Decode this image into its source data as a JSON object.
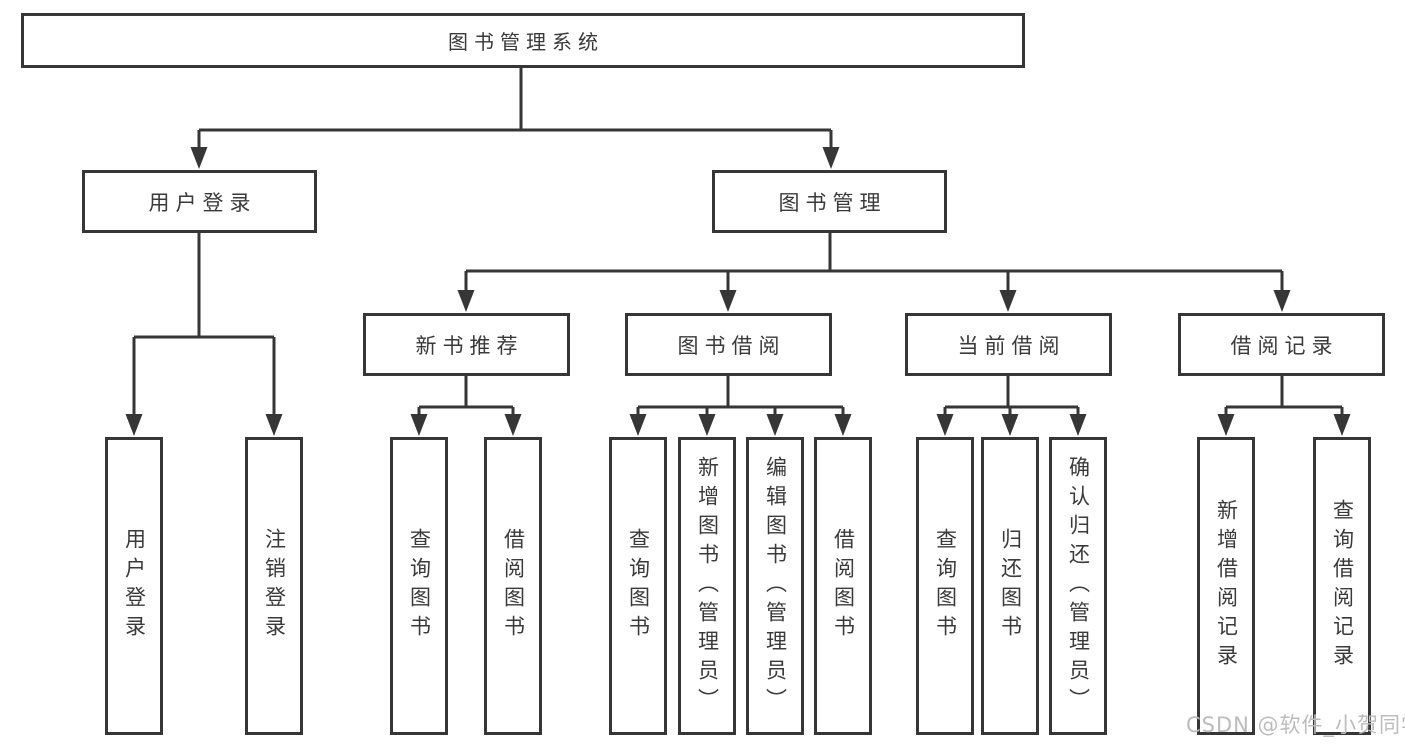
{
  "diagram": {
    "root": {
      "label": "图书管理系统",
      "children": [
        {
          "label": "用户登录",
          "children": [
            {
              "label": "用户登录"
            },
            {
              "label": "注销登录"
            }
          ]
        },
        {
          "label": "图书管理",
          "children": [
            {
              "label": "新书推荐",
              "children": [
                {
                  "label": "查询图书"
                },
                {
                  "label": "借阅图书"
                }
              ]
            },
            {
              "label": "图书借阅",
              "children": [
                {
                  "label": "查询图书"
                },
                {
                  "label": "新增图书（管理员）"
                },
                {
                  "label": "编辑图书（管理员）"
                },
                {
                  "label": "借阅图书"
                }
              ]
            },
            {
              "label": "当前借阅",
              "children": [
                {
                  "label": "查询图书"
                },
                {
                  "label": "归还图书"
                },
                {
                  "label": "确认归还（管理员）"
                }
              ]
            },
            {
              "label": "借阅记录",
              "children": [
                {
                  "label": "新增借阅记录"
                },
                {
                  "label": "查询借阅记录"
                }
              ]
            }
          ]
        }
      ]
    }
  },
  "watermark": {
    "text": "CSDN @软件_小贺同学"
  },
  "colors": {
    "line": "#363636",
    "text": "#3a3a3a",
    "watermark": "#bcbcbc",
    "background": "#ffffff"
  }
}
